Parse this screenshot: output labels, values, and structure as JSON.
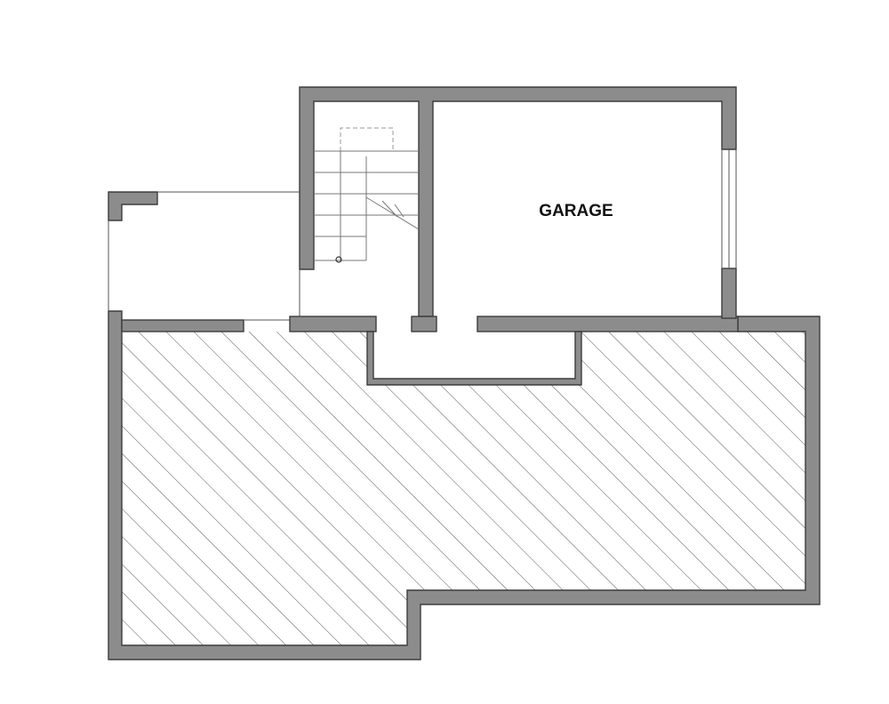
{
  "floor_plan": {
    "rooms": [
      {
        "label": "GARAGE"
      }
    ],
    "colors": {
      "wall_fill": "#8c8c8c",
      "wall_outline": "#3c3c3c",
      "hatch_lines": "#5a5a5a",
      "background": "#ffffff"
    },
    "elements": [
      "garage",
      "staircase",
      "entry-porch",
      "garage-side-window",
      "hatched-unexcavated-area"
    ]
  }
}
